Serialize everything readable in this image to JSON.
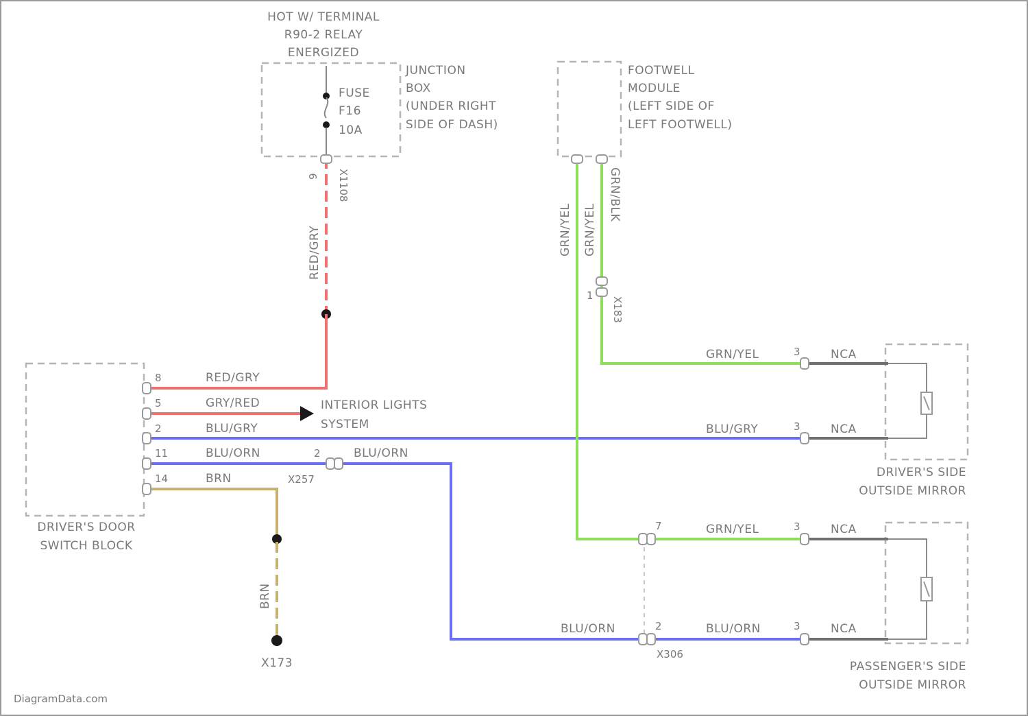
{
  "diagram": {
    "hot_source": [
      "HOT W/ TERMINAL",
      "R90-2 RELAY",
      "ENERGIZED"
    ],
    "junction_box": {
      "title": [
        "JUNCTION",
        "BOX",
        "(UNDER RIGHT",
        "SIDE OF DASH)"
      ],
      "fuse": [
        "FUSE",
        "F16",
        "10A"
      ]
    },
    "footwell_module": [
      "FOOTWELL",
      "MODULE",
      "(LEFT SIDE OF",
      "LEFT FOOTWELL)"
    ],
    "switch_block": [
      "DRIVER'S DOOR",
      "SWITCH BLOCK"
    ],
    "drivers_mirror": [
      "DRIVER'S SIDE",
      "OUTSIDE MIRROR"
    ],
    "passengers_mirror": [
      "PASSENGER'S SIDE",
      "OUTSIDE MIRROR"
    ],
    "interior_lights": [
      "INTERIOR LIGHTS",
      "SYSTEM"
    ],
    "ground": "X173",
    "connectors": {
      "x1108": "X1108",
      "x257": "X257",
      "x306": "X306",
      "x183": "X183"
    },
    "wires": {
      "red_vert": "RED/GRY",
      "pin8": "RED/GRY",
      "pin5": "GRY/RED",
      "pin2": "BLU/GRY",
      "pin11": "BLU/ORN",
      "pin11_after": "BLU/ORN",
      "pin14": "BRN",
      "brn_vert": "BRN",
      "fw_left": "GRN/YEL",
      "fw_mid": "GRN/YEL",
      "fw_right": "GRN/BLK",
      "drv_top": "GRN/YEL",
      "drv_bot": "BLU/GRY",
      "pass_top": "GRN/YEL",
      "pass_bot_left": "BLU/ORN",
      "pass_bot_right": "BLU/ORN",
      "nca": "NCA"
    },
    "pins": {
      "p8": "8",
      "p5": "5",
      "p2": "2",
      "p11": "11",
      "p14": "14",
      "p2b": "2",
      "p7": "7",
      "p2c": "2",
      "p1": "1",
      "p3": "3",
      "p3b": "3",
      "p3c": "3",
      "p3d": "3",
      "p9": "9"
    },
    "watermark": "DiagramData.com"
  },
  "colors": {
    "red": "#f07070",
    "blue": "#6a6ef0",
    "green": "#8ee05a",
    "tan": "#c8b070",
    "gray": "#707070"
  }
}
